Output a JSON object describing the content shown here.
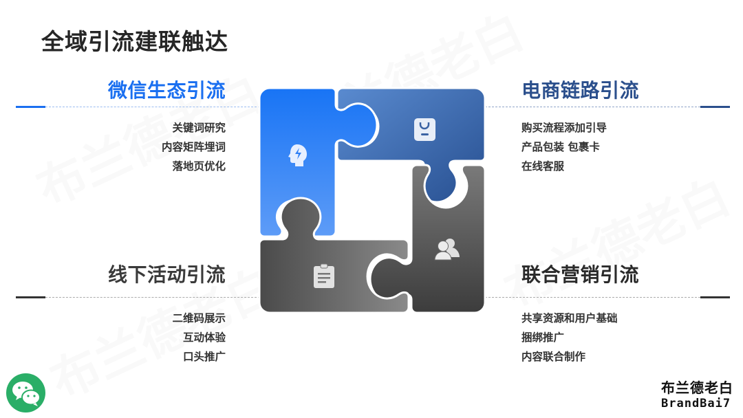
{
  "title": "全域引流建联触达",
  "colors": {
    "accent_blue": "#1a6ff0",
    "navy": "#2b4f8c",
    "dark_text": "#262626",
    "gray": "#555555",
    "wechat_green": "#2aae67"
  },
  "sections": {
    "wechat": {
      "title": "微信生态引流",
      "items": [
        "关键词研究",
        "内容矩阵埋词",
        "落地页优化"
      ],
      "icon": "brain-lightning-icon"
    },
    "ecommerce": {
      "title": "电商链路引流",
      "items": [
        "购买流程添加引导",
        "产品包装 包裹卡",
        "在线客服"
      ],
      "icon": "shopping-bag-icon"
    },
    "offline": {
      "title": "线下活动引流",
      "items": [
        "二维码展示",
        "互动体验",
        "口头推广"
      ],
      "icon": "clipboard-icon"
    },
    "joint": {
      "title": "联合营销引流",
      "items": [
        "共享资源和用户基础",
        "捆绑推广",
        "内容联合制作"
      ],
      "icon": "users-icon"
    }
  },
  "brand": {
    "cn": "布兰德老白",
    "en": "BrandBai7"
  },
  "footer_icon": "wechat-icon"
}
